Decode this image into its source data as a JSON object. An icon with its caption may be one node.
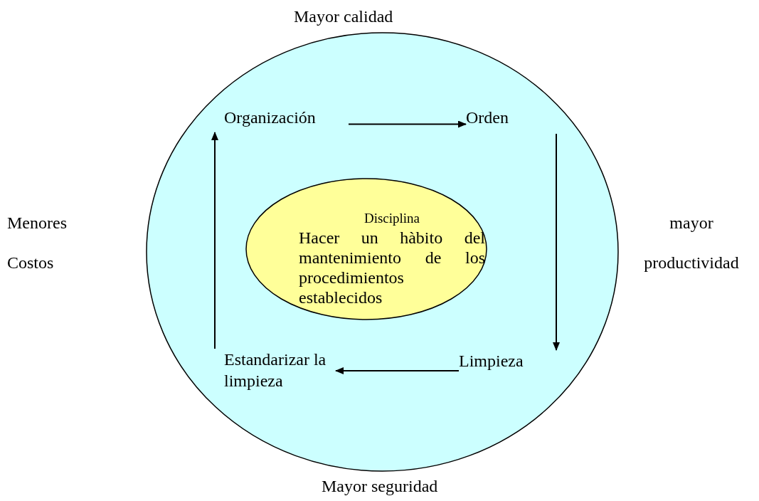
{
  "diagram": {
    "nodes": [
      {
        "text": [],
        "shape": "circle"
      },
      {
        "text": [
          "Organización"
        ],
        "in": 0
      },
      {
        "text": [
          "Orden"
        ],
        "in": 0
      },
      {
        "text": [
          "Disciplina",
          "Hacer un hàbito del mantenimiento de los procedimientos establecidos"
        ],
        "in": 0
      },
      {
        "text": [
          "Limpieza"
        ],
        "in": 0
      },
      {
        "text": [
          "Estandarizar la limpieza"
        ],
        "in": 0
      }
    ],
    "edges": [
      {
        "from": 1,
        "to": 2,
        "arrow": "to"
      },
      {
        "from": 2,
        "to": 4,
        "arrow": "to"
      },
      {
        "from": 4,
        "to": 5,
        "arrow": "to"
      },
      {
        "from": 5,
        "to": 1,
        "arrow": "to"
      }
    ],
    "labels": [
      "Mayor calidad",
      "Menores Costos",
      "mayor productividad",
      "Mayor seguridad"
    ]
  }
}
